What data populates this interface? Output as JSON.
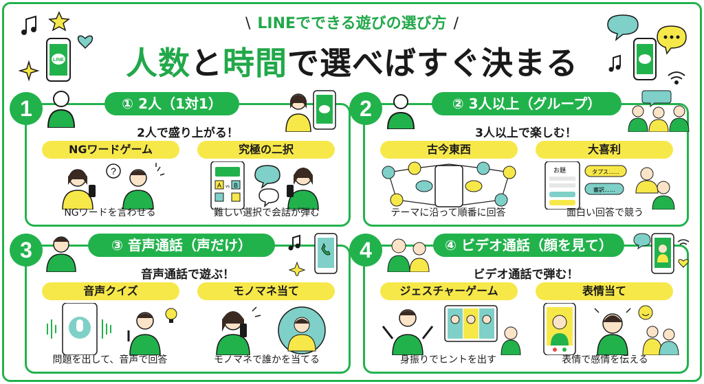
{
  "header": {
    "subtitle": "LINEでできる遊びの選び方",
    "title_part1": "人数",
    "title_part2": "と",
    "title_part3": "時間",
    "title_part4": "で選べばすぐ決まる"
  },
  "sections": [
    {
      "number": "1",
      "pill": "① 2人（1対1）",
      "heading": "2人で盛り上がる！",
      "games": [
        {
          "name": "NGワードゲーム",
          "caption": "NGワードを言わせる"
        },
        {
          "name": "究極の二択",
          "caption": "難しい選択で会話が弾む"
        }
      ]
    },
    {
      "number": "2",
      "pill": "② 3人以上（グループ）",
      "heading": "3人以上で楽しむ！",
      "games": [
        {
          "name": "古今東西",
          "caption": "テーマに沿って順番に回答"
        },
        {
          "name": "大喜利",
          "caption": "面白い回答で競う"
        }
      ]
    },
    {
      "number": "3",
      "pill": "③ 音声通話（声だけ）",
      "heading": "音声通話で遊ぶ！",
      "games": [
        {
          "name": "音声クイズ",
          "caption": "問題を出して、音声で回答"
        },
        {
          "name": "モノマネ当て",
          "caption": "モノマネで誰かを当てる"
        }
      ]
    },
    {
      "number": "4",
      "pill": "④ ビデオ通話（顔を見て）",
      "heading": "ビデオ通話で弾む！",
      "games": [
        {
          "name": "ジェスチャーゲーム",
          "caption": "身振りでヒントを出す"
        },
        {
          "name": "表情当て",
          "caption": "表情で感情を伝える"
        }
      ]
    }
  ],
  "illustration_text": {
    "app_label": "LINE",
    "ab_a": "A",
    "ab_b": "B",
    "ab_vs": "vs",
    "odai": "お題",
    "bubble1": "タプス……",
    "bubble2": "審訳……",
    "question_mark": "?"
  },
  "colors": {
    "accent": "#22b24c",
    "highlight": "#f7e84a",
    "text": "#1a1a1a"
  }
}
